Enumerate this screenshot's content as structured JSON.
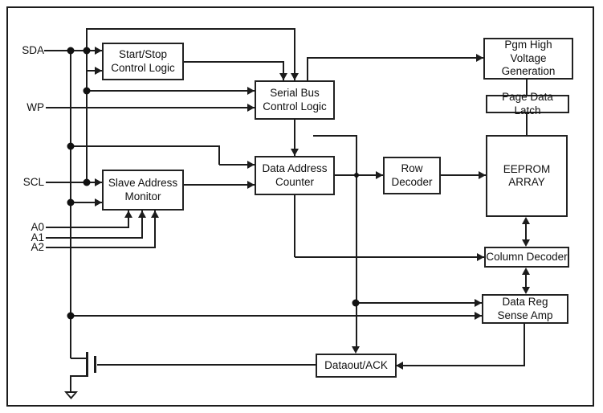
{
  "diagram": {
    "pins": [
      {
        "id": "sda",
        "label": "SDA"
      },
      {
        "id": "wp",
        "label": "WP"
      },
      {
        "id": "scl",
        "label": "SCL"
      },
      {
        "id": "a0",
        "label": "A0"
      },
      {
        "id": "a1",
        "label": "A1"
      },
      {
        "id": "a2",
        "label": "A2"
      }
    ],
    "blocks": [
      {
        "id": "start-stop-control-logic",
        "label": "Start/Stop\nControl Logic"
      },
      {
        "id": "serial-bus-control-logic",
        "label": "Serial Bus\nControl Logic"
      },
      {
        "id": "slave-address-monitor",
        "label": "Slave Address\nMonitor"
      },
      {
        "id": "data-address-counter",
        "label": "Data Address\nCounter"
      },
      {
        "id": "row-decoder",
        "label": "Row\nDecoder"
      },
      {
        "id": "pgm-high-voltage-generation",
        "label": "Pgm High Voltage\nGeneration"
      },
      {
        "id": "page-data-latch",
        "label": "Page Data Latch"
      },
      {
        "id": "eeprom-array",
        "label": "EEPROM\nARRAY"
      },
      {
        "id": "column-decoder",
        "label": "Column Decoder"
      },
      {
        "id": "data-reg-sense-amp",
        "label": "Data Reg\nSense Amp"
      },
      {
        "id": "dataout-ack",
        "label": "Dataout/ACK"
      }
    ],
    "colors": {
      "line": "#1c1c1c",
      "background": "#ffffff",
      "text": "#111111"
    }
  }
}
